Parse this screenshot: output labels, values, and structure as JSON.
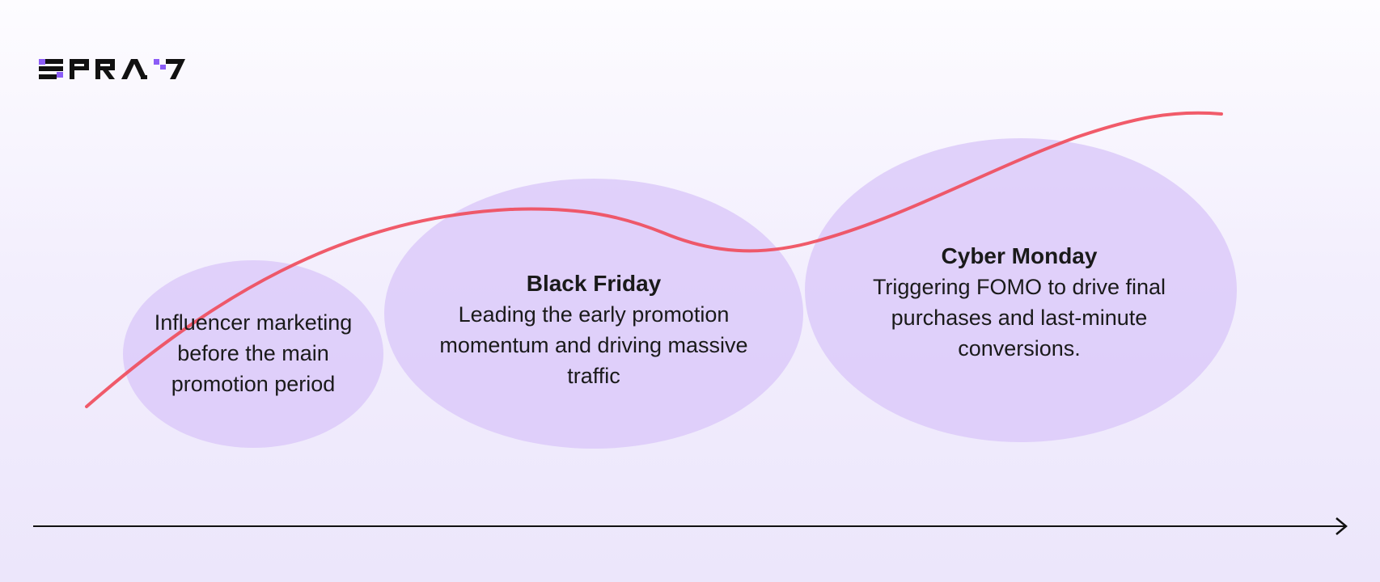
{
  "logo": {
    "text": "SPRAY"
  },
  "colors": {
    "curve": "#ef4a5a",
    "bubble": "#dccaf9",
    "accent": "#8b5cf6",
    "axis": "#111111"
  },
  "stages": [
    {
      "title": "",
      "description": "Influencer marketing before the main promotion period"
    },
    {
      "title": "Black Friday",
      "description": "Leading the early promotion momentum and driving massive traffic"
    },
    {
      "title": "Cyber Monday",
      "description": "Triggering FOMO to drive final purchases and last-minute conversions."
    }
  ]
}
